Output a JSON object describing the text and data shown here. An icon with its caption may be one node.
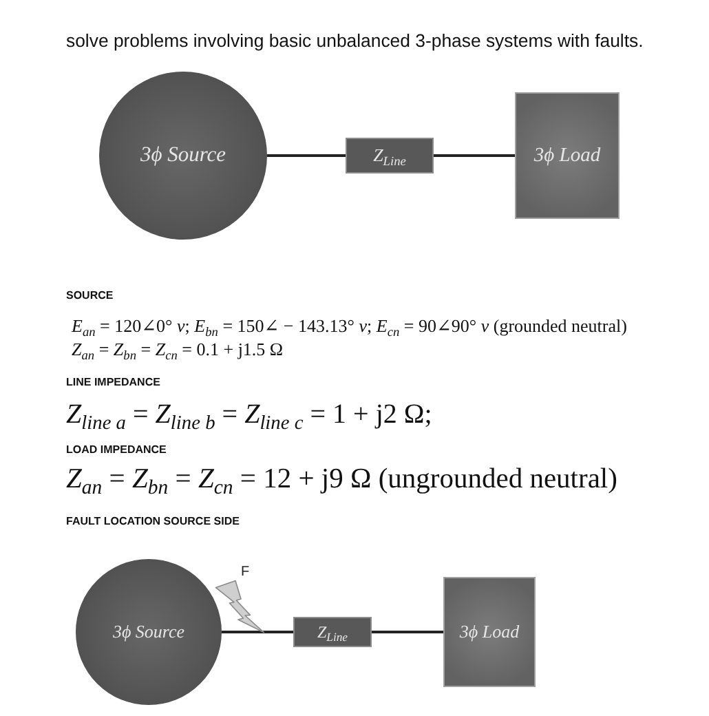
{
  "diagram": {
    "title": "solve problems involving basic unbalanced 3-phase systems with faults.",
    "nodes": [
      {
        "text": [
          "3ϕ Source"
        ]
      },
      {
        "text": [
          "Z$_{Line}$"
        ]
      },
      {
        "text": [
          "3ϕ Load"
        ]
      },
      {
        "text": [
          "3ϕ Source"
        ]
      },
      {
        "text": [
          "Z$_{Line}$"
        ]
      },
      {
        "text": [
          "3ϕ Load"
        ]
      }
    ],
    "edges": [
      {
        "from": 0,
        "to": 1,
        "arrow": "none"
      },
      {
        "from": 1,
        "to": 2,
        "arrow": "none"
      },
      {
        "from": 3,
        "to": 4,
        "arrow": "none"
      },
      {
        "from": 4,
        "to": 5,
        "arrow": "none"
      }
    ],
    "labels": [
      "SOURCE",
      "*E*$_{an}$ = 120∠0° *v*; *E*$_{bn}$ = 150∠ − 143.13° *v*; *E*$_{cn}$ = 90∠90° *v* (grounded neutral)",
      "*Z*$_{an}$ = *Z*$_{bn}$ = *Z*$_{cn}$ = 0.1 + j1.5 Ω",
      "LINE IMPEDANCE",
      "*Z*$_{line a}$ = *Z*$_{line b}$ = *Z*$_{line c}$ = 1 + j2 Ω;",
      "LOAD IMPEDANCE",
      "*Z*$_{an}$ = *Z*$_{bn}$ = *Z*$_{cn}$ = 12 + j9 Ω (ungrounded neutral)",
      "FAULT LOCATION SOURCE SIDE",
      "F"
    ]
  }
}
